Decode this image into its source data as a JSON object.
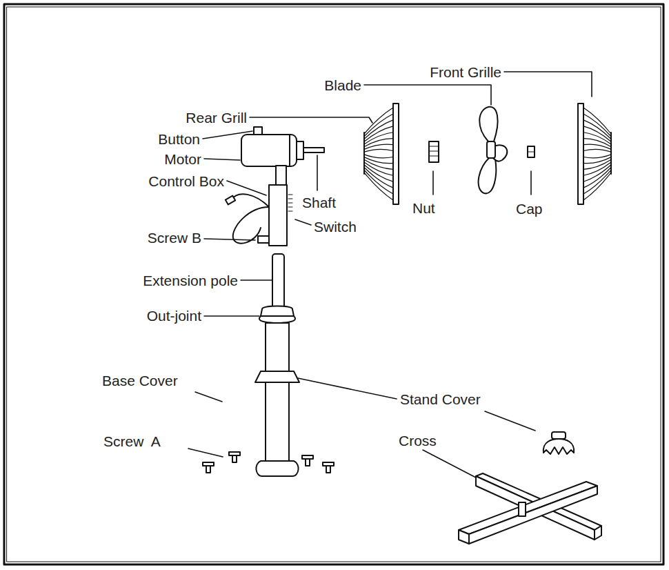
{
  "diagram": {
    "labels": [
      "Front Grille",
      "Blade",
      "Rear Grill",
      "Button",
      "Motor",
      "Control Box",
      "Shaft",
      "Switch",
      "Screw B",
      "Nut",
      "Cap",
      "Extension pole",
      "Out-joint",
      "Base Cover",
      "Stand Cover",
      "Screw  A",
      "Cross"
    ]
  }
}
